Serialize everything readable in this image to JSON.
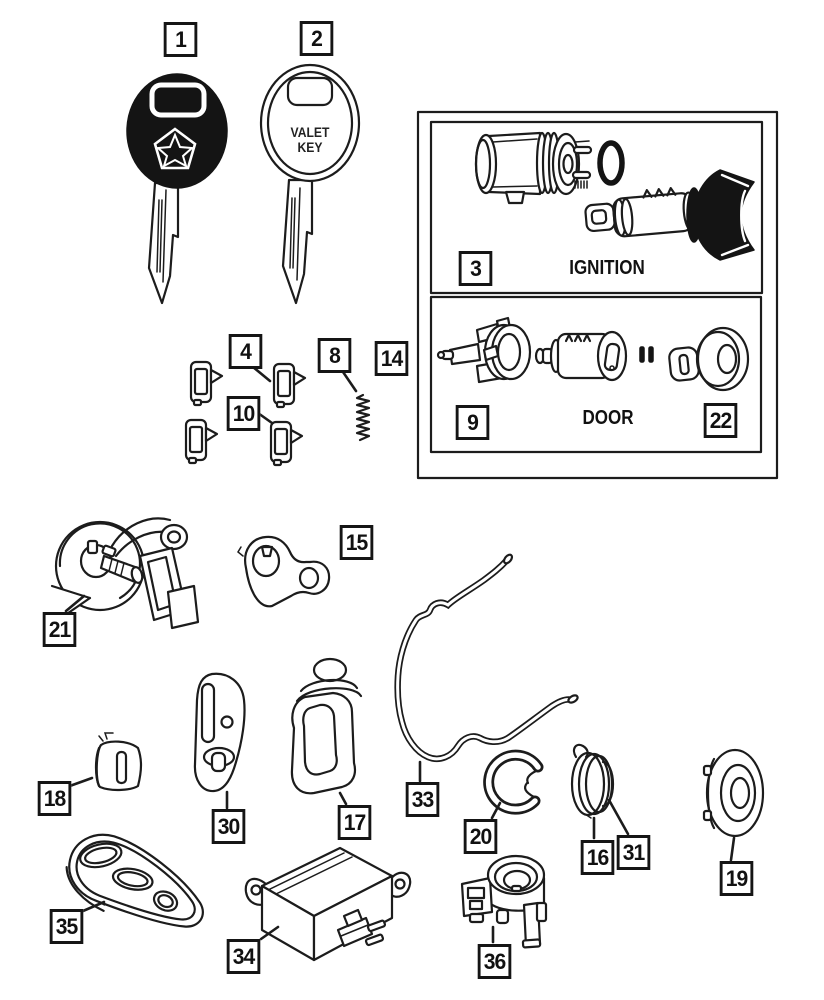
{
  "diagram": {
    "background": "#ffffff",
    "line_color": "#1c1c1c",
    "black_fill": "#141414"
  },
  "texts": {
    "ignition": "IGNITION",
    "door": "DOOR",
    "valet_line1": "VALET",
    "valet_line2": "KEY"
  },
  "callouts": [
    {
      "number": "1"
    },
    {
      "number": "2"
    },
    {
      "number": "3"
    },
    {
      "number": "4"
    },
    {
      "number": "8"
    },
    {
      "number": "14"
    },
    {
      "number": "10"
    },
    {
      "number": "9"
    },
    {
      "number": "22"
    },
    {
      "number": "21"
    },
    {
      "number": "15"
    },
    {
      "number": "33"
    },
    {
      "number": "18"
    },
    {
      "number": "30"
    },
    {
      "number": "17"
    },
    {
      "number": "20"
    },
    {
      "number": "16"
    },
    {
      "number": "31"
    },
    {
      "number": "19"
    },
    {
      "number": "35"
    },
    {
      "number": "34"
    },
    {
      "number": "36"
    }
  ]
}
